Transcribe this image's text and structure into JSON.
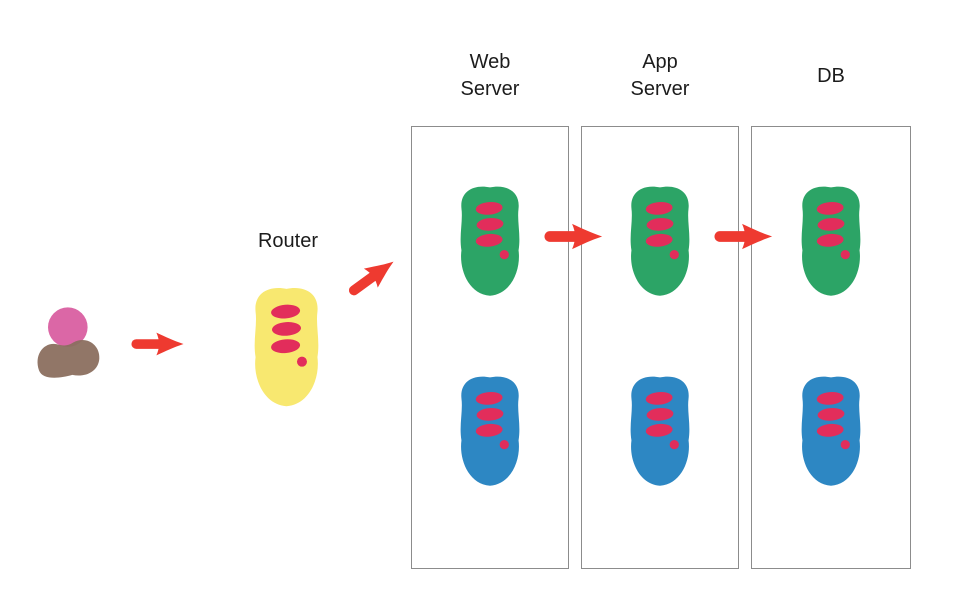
{
  "diagram": {
    "router_label": "Router",
    "tiers": [
      {
        "label": "Web Server",
        "server_colors": [
          "#2ca466",
          "#2d87c3"
        ]
      },
      {
        "label": "App Server",
        "server_colors": [
          "#2ca466",
          "#2d87c3"
        ]
      },
      {
        "label": "DB",
        "server_colors": [
          "#2ca466",
          "#2d87c3"
        ]
      }
    ],
    "colors": {
      "arrow": "#ee3a30",
      "slot": "#e22d5b",
      "router": "#f8e870",
      "server_green": "#2ca466",
      "server_blue": "#2d87c3",
      "person_head": "#d85a9e",
      "person_body": "#8b6f5f",
      "box_border": "#8c8c8c",
      "label_text": "#1c1c1c",
      "background": "#ffffff"
    },
    "icons": {
      "person": "person-icon",
      "server": "server-icon",
      "arrow": "flow-arrow-icon"
    }
  }
}
